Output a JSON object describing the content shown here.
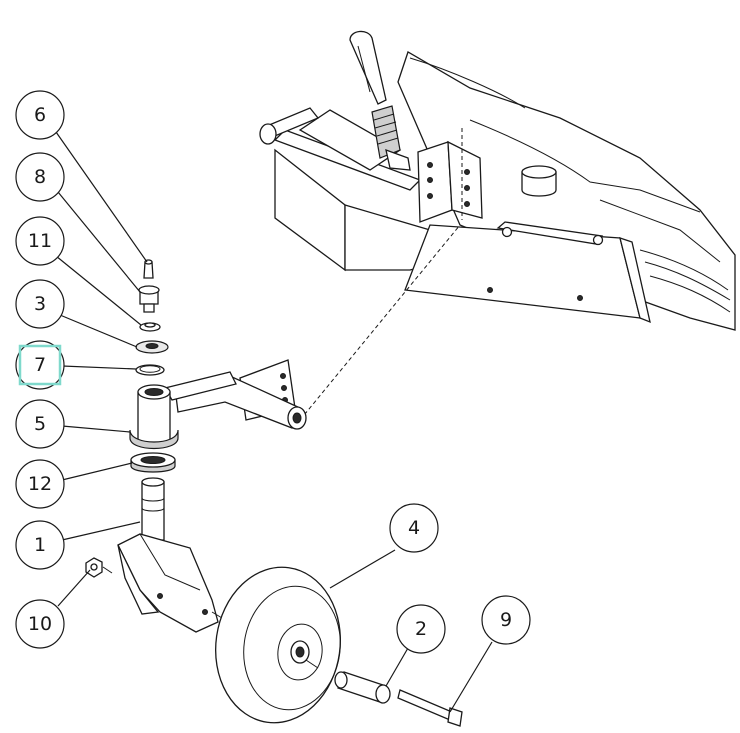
{
  "accent_color": "#7fd9cc",
  "highlighted_part": "7",
  "callouts": [
    {
      "id": "6",
      "label": "6"
    },
    {
      "id": "8",
      "label": "8"
    },
    {
      "id": "11",
      "label": "11"
    },
    {
      "id": "3",
      "label": "3"
    },
    {
      "id": "7",
      "label": "7"
    },
    {
      "id": "5",
      "label": "5"
    },
    {
      "id": "12",
      "label": "12"
    },
    {
      "id": "1",
      "label": "1"
    },
    {
      "id": "10",
      "label": "10"
    },
    {
      "id": "4",
      "label": "4"
    },
    {
      "id": "2",
      "label": "2"
    },
    {
      "id": "9",
      "label": "9"
    }
  ]
}
